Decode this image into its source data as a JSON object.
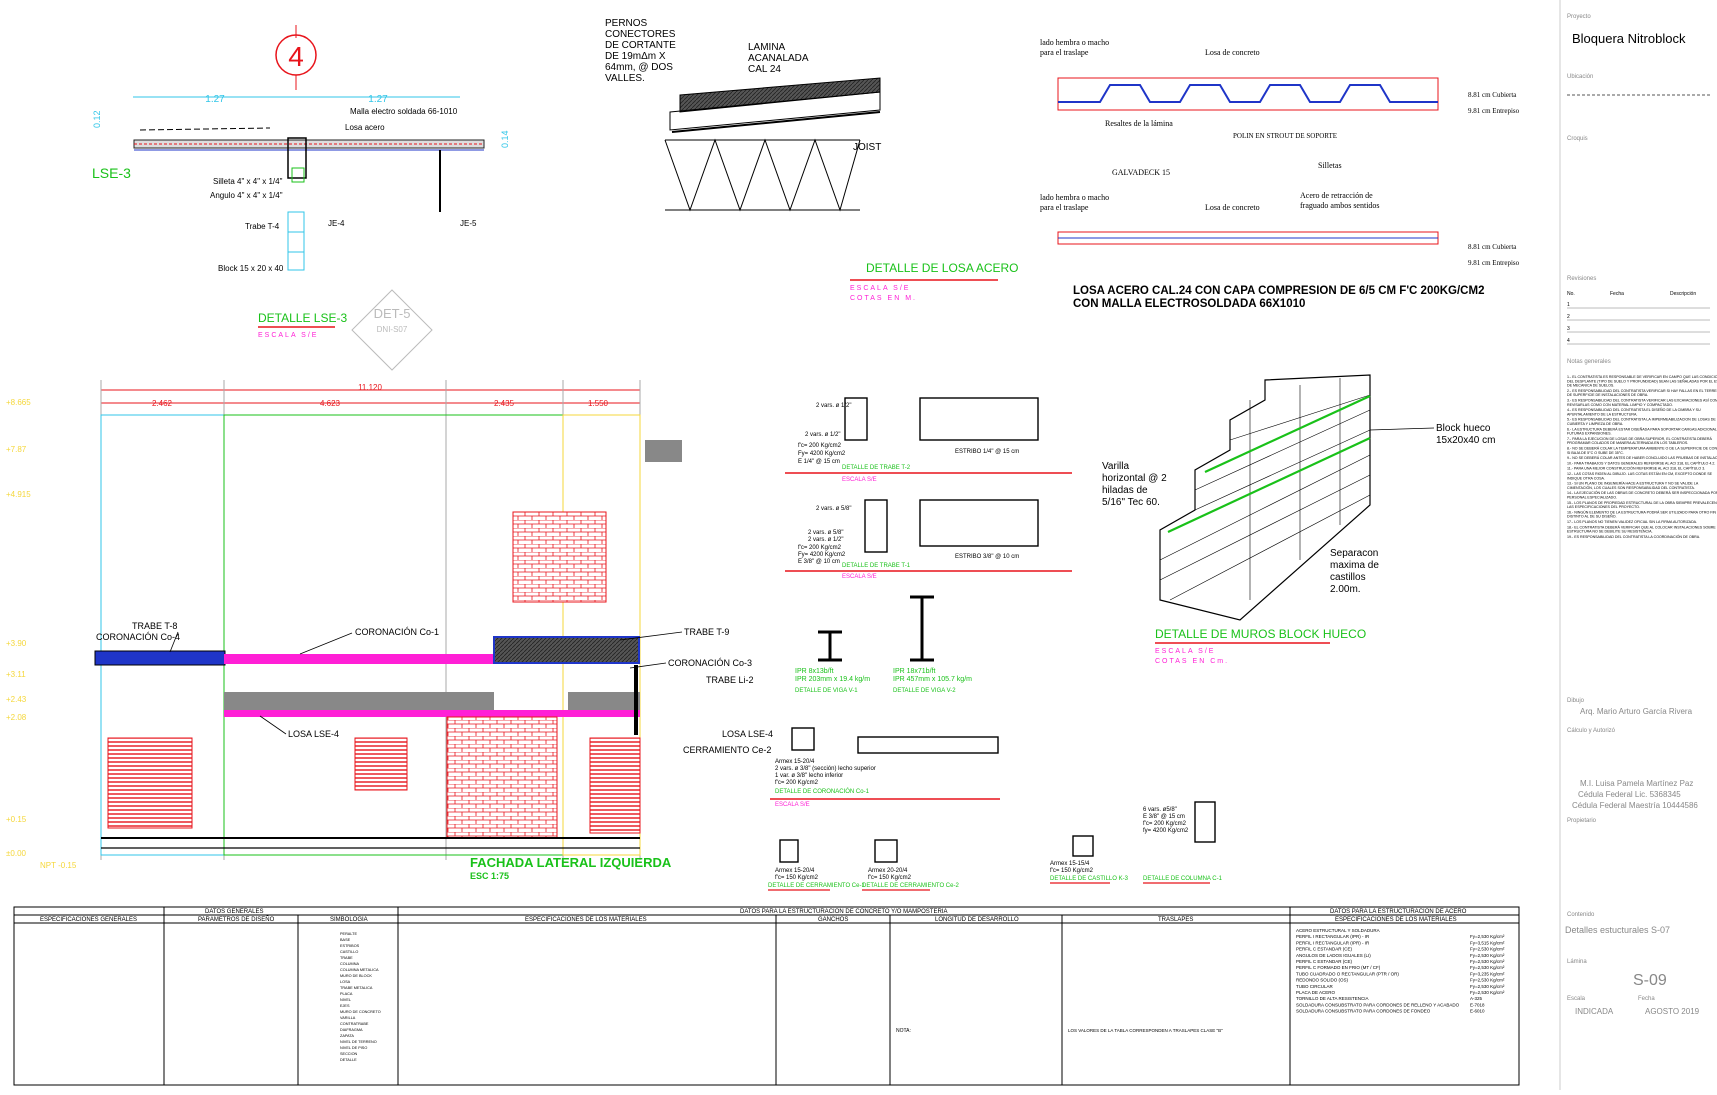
{
  "colors": {
    "red": "#e8141b",
    "green": "#19c119",
    "magenta": "#ff1fd6",
    "cyan": "#31c6e8",
    "blue": "#1f35c8",
    "gray": "#8e8e8e",
    "yellow": "#f5d73b",
    "orange": "#ff8c1a"
  },
  "detail_lse3": {
    "number": "4",
    "dim_left": "1.27",
    "dim_right": "1.27",
    "dim_side": "0.12",
    "dim_side2": "0.14",
    "label": "LSE-3",
    "malla": "Malla electro soldada 66-1010",
    "losa": "Losa acero",
    "silleta": "Silleta 4\" x 4\" x 1/4\"",
    "angulo": "Angulo 4\" x 4\" x 1/4\"",
    "trabe": "Trabe T-4",
    "je4": "JE-4",
    "je5": "JE-5",
    "block": "Block 15 x 20 x 40",
    "title": "DETALLE LSE-3",
    "scale": "ESCALA S/E",
    "det_stamp": "DET-5",
    "det_stamp_sub": "DNI-S07"
  },
  "detail_losa": {
    "pernos_1": "PERNOS",
    "pernos_2": "CONECTORES",
    "pernos_3": "DE  CORTANTE",
    "pernos_4": "DE  19mΔm  X",
    "pernos_5": "64mm,  @ DOS",
    "pernos_6": "VALLES.",
    "lamina_1": "LAMINA",
    "lamina_2": "ACANALADA",
    "lamina_3": "CAL 24",
    "joist": "JOIST",
    "title": "DETALLE DE LOSA ACERO",
    "scale": "ESCALA S/E",
    "cotas": "COTAS EN M."
  },
  "detail_galvadeck": {
    "lado1": "lado hembra o macho",
    "lado2": "para el traslape",
    "losa": "Losa de concreto",
    "cubierta": "8.81 cm Cubierta",
    "entrepiso": "9.81 cm Entrepiso",
    "resaltes": "Resaltes de la lámina",
    "polin": "POLIN EN STROUT DE SOPORTE",
    "silletas": "Silletas",
    "galvadeck": "GALVADECK 15",
    "acero_1": "Acero de retracción de",
    "acero_2": "fraguado ambos sentidos",
    "main_1": "LOSA ACERO CAL.24 CON CAPA COMPRESION DE 6/5 CM F'C 200KG/CM2",
    "main_2": "CON MALLA ELECTROSOLDADA 66X1010"
  },
  "facade": {
    "total_dim": "11.120",
    "dims": [
      "2.462",
      "4.623",
      "2.435",
      "1.550"
    ],
    "levels": [
      "+8.665",
      "+7.87",
      "+4.915",
      "+3.90",
      "+3.11",
      "+2.43",
      "+2.08",
      "+0.15",
      "±0.00",
      "NPT -0.15"
    ],
    "trabe_t8": "TRABE T-8",
    "coronacion_co4": "CORONACIÓN Co-4",
    "coronacion_co1": "CORONACIÓN Co-1",
    "trabe_t9": "TRABE T-9",
    "coronacion_co3": "CORONACIÓN Co-3",
    "trabe_li2": "TRABE Li-2",
    "losa_lse4_a": "LOSA LSE-4",
    "losa_lse4_b": "LOSA LSE-4",
    "cerramiento": "CERRAMIENTO Ce-2",
    "title": "FACHADA LATERAL IZQUIERDA",
    "scale": "ESC 1:75"
  },
  "structural_details": {
    "t2_title": "DETALLE DE TRABE T-2",
    "t1_title": "DETALLE DE TRABE T-1",
    "t2_varillas": [
      "2 vars. ø 1/2\"",
      "2 vars. ø 1/2\"",
      "f'c= 200 Kg/cm2",
      "Fy= 4200 Kg/cm2",
      "E 1/4\" @ 15 cm"
    ],
    "t1_varillas": [
      "2 vars. ø 5/8\"",
      "2 vars. ø 5/8\"",
      "2 vars. ø 1/2\"",
      "f'c= 200 Kg/cm2",
      "Fy= 4200 Kg/cm2",
      "E 3/8\" @ 10 cm"
    ],
    "estribo_t2": "ESTRIBO 1/4\" @ 15 cm",
    "estribo_t1": "ESTRIBO 3/8\" @ 10 cm",
    "ipr1": "IPR 8x13b/ft",
    "ipr1_b": "IPR 203mm x 19.4 kg/m",
    "ipr2": "IPR 18x71b/ft",
    "ipr2_b": "IPR 457mm x 105.7 kg/m",
    "viga1": "DETALLE DE VIGA V-1",
    "viga2": "DETALLE DE VIGA V-2",
    "coronacion_title": "DETALLE DE CORONACIÓN Co-1",
    "armex": "Armex 15-20/4",
    "armex_2": "2 vars. ø 3/8\" (sección) lecho superior",
    "armex_3": "1 var. ø 3/8\" lecho inferior",
    "armex_fc": "f'c= 200 Kg/cm2",
    "cerr1": "DETALLE DE CERRAMIENTO Ce-1",
    "cerr2": "DETALLE DE CERRAMIENTO Ce-2",
    "castillo": "DETALLE DE CASTILLO K-3",
    "columna": "DETALLE DE COLUMNA C-1",
    "armex_a": "Armex 15-20/4",
    "armex_a_fc": "f'c= 150 Kg/cm2",
    "armex_b": "Armex 20-20/4",
    "armex_b_fc": "f'c= 150 Kg/cm2",
    "armex_c": "Armex 15-15/4",
    "armex_c_fc": "f'c= 150 Kg/cm2",
    "col_vars": "6 vars. ø5/8\"",
    "col_e": "E 3/8\" @ 15 cm",
    "col_fc": "f'c= 200 Kg/cm2",
    "col_fy": "fy= 4200 Kg/cm2",
    "scale": "ESCALA S/E"
  },
  "block_detail": {
    "block_hueco": "Block hueco",
    "block_size": "15x20x40 cm",
    "varilla_1": "Varilla",
    "varilla_2": "horizontal @ 2",
    "varilla_3": "hiladas de",
    "varilla_4": "5/16\" Tec 60.",
    "sep_1": "Separacon",
    "sep_2": "maxima de",
    "sep_3": "castillos",
    "sep_4": "2.00m.",
    "title": "DETALLE DE MUROS BLOCK HUECO",
    "scale": "ESCALA S/E",
    "cotas": "COTAS EN Cm."
  },
  "title_block": {
    "proyecto_label": "Proyecto",
    "proyecto": "Bloquera Nitroblock",
    "ubicacion_label": "Ubicación",
    "croquis_label": "Croquis",
    "revisiones_label": "Revisiones",
    "rev_cols": [
      "No.",
      "Fecha",
      "Descripción"
    ],
    "rev_rows": [
      "1",
      "2",
      "3",
      "4"
    ],
    "notas_label": "Notas generales",
    "notas": [
      "1.- EL CONTRATISTA ES RESPONSABLE DE VERIFICAR EN CAMPO QUE LAS CONDICIONES DEL DESPLANTE (TIPO DE SUELO Y PROFUNDIDAD) SEAN LAS SEÑALADAS POR EL ESTUDIO DE MECANICA DE SUELOS.",
      "2.- ES RESPONSABILIDAD DEL CONTRATISTA VERIFICAR SI HAY FALLAS EN EL TERRENO Y DE SUPERFICIE DE INSTALACIONES DE OBRA.",
      "3.- ES RESPONSABILIDAD DEL CONTRATISTA VERIFICAR LAS EXCAVACIONES ASÍ COMO REVISARLAS COMO CON MATERIAL LIMPIO Y COMPACTADO.",
      "4.- ES RESPONSABILIDAD DEL CONTRATISTA EL DISEÑO DE LA CIMBRA Y SU APUNTALAMIENTO DE LA ESTRUCTURA.",
      "5.- ES RESPONSABILIDAD DEL CONTRATISTA LA IMPERMEABILIZACION DE LOSAS DE CUBIERTA Y LIMPIEZA DE OBRA.",
      "6.- LA ESTRUCTURA DEBERÁ ESTAR DISEÑADA PARA SOPORTAR CARGAS ADICIONALES POR FUTURAS EXPANSIONES.",
      "7.- PARA LA EJECUCION DE LOSAS DE OBRA SUPERIOR, EL CONTRATISTA DEBERÁ PROGRAMAR COLADOS DE MANERA ALTERNADA EN LOS TABLEROS.",
      "8.- NO SE DEBERÁ COLAR LA TEMPERATURA AMBIENTE O DE LA SUPERFICIE DE CONCRETO SI BAJA DE 5°C O SUBE DE 35°C.",
      "9.- NO SE DEBERÁ COLAR ANTES DE HABER CONCLUIDO LAS PRUEBAS DE INSTALACIÓN.",
      "10.- PARA TRABAJOS Y DATOS GENERALES REFERIRSE AL ACI 318, EL CAPÍTULO 4.2.",
      "11.- PARA UNA MEJOR CONSTRUCCIÓN REFERIRSE AL ACI 318, EL CAPÍTULO 3.",
      "12.- LAS COTAS RIGEN AL DIBUJO. LAS COTAS ESTÁN EN CM, EXCEPTO DONDE SE INDIQUE OTRA COSA.",
      "13.- SI UN PLANO DE INGENIERÍA HACE A ESTRUCTURA Y NO SE VALIDE LA CIMENTACIÓN, LOS CUALES SON RESPONSABILIDAD DEL CONTRATISTA.",
      "14.- LA EJECUCIÓN DE LAS OBRAS DE CONCRETO DEBERÁ SER INSPECCIONADA POR PERSONAL ESPECIALIZADO.",
      "15.- LOS PLANOS DE PROPIEDAD ESTRUCTURAL DE LA OBRA SIEMPRE PREVALECEN SOBRE LAS ESPECIFICACIONES DEL PROYECTO.",
      "16.- NINGÚN ELEMENTO DE LA ESTRUCTURA PODRÁ SER UTILIZADO PARA OTRO FIN DISTINTO AL DE SU DISEÑO.",
      "17.- LOS PLANOS NO TIENEN VALIDEZ OFICIAL SIN LA FIRMA AUTORIZADA.",
      "18.- EL CONTRATISTA DEBERÁ VERIFICAR QUE AL COLOCAR INSTALACIONES SOBRE LA ESTRUCTURA NO SE DEBILITE SU RESISTENCIA.",
      "19.- ES RESPONSABILIDAD DEL CONTRATISTA LA COORDINACIÓN DE OBRA."
    ],
    "dibujo_label": "Dibujo",
    "dibujo": "Arq. Mario Arturo García Rivera",
    "calculo_label": "Cálculo y Autorizó",
    "calculo": "M.I. Luisa Pamela Martínez Paz",
    "cedula1": "Cédula Federal Lic. 5368345",
    "cedula2": "Cédula Federal Maestría 10444586",
    "propietario_label": "Propietario",
    "contenido_label": "Contenido",
    "contenido": "Detalles estucturales S-07",
    "lamina_label": "Lámina",
    "lamina": "S-09",
    "escala_label": "Escala",
    "escala": "INDICADA",
    "fecha_label": "Fecha",
    "fecha": "AGOSTO 2019"
  },
  "tables": {
    "datos_generales": "DATOS GENERALES",
    "datos_concreto": "DATOS PARA LA ESTRUCTURACION DE CONCRETO Y/O MAMPOSTERIA",
    "datos_acero": "DATOS PARA LA ESTRUCTURACION DE ACERO",
    "esp_generales": "ESPECIFICACIONES GENERALES",
    "parametros": "PARAMETROS DE DISEÑO",
    "simbologia": "SIMBOLOGIA",
    "esp_materiales": "ESPECIFICACIONES DE LOS MATERIALES",
    "ganchos": "GANCHOS",
    "longitud": "LONGITUD DE DESARROLLO",
    "traslapes": "TRASLAPES",
    "esp_materiales2": "ESPECIFICACIONES DE LOS MATERIALES",
    "acero_items": [
      "ACERO ESTRUCTURAL Y SOLDADURA",
      "PERFIL I RECTANGULAR (IPR) - IR",
      "PERFIL I RECTANGULAR (IPR) - IR",
      "PERFIL C ESTANDAR (CE)",
      "ANGULOS DE LADOS IGUALES (LI)",
      "PERFIL C ESTANDAR (CE)",
      "PERFIL C FORMADO EN FRIO (MT / CF)",
      "TUBO CUADRADO O RECTANGULAR (PTR / OR)",
      "REDONDO SOLIDO (OS)",
      "TUBO CIRCULAR",
      "PLACA DE ACERO",
      "TORNILLO DE ALTA RESISTENCIA",
      "SOLDADURA CONSUBSTRATO PARA CORDONES DE RELLENO Y ACABADO",
      "SOLDADURA CONSUBSTRATO PARA CORDONES DE FONDEO"
    ],
    "acero_values": [
      "",
      "Fy=2,530 Kg/cm²",
      "Fy=3,515 Kg/cm²",
      "Fy=2,530 Kg/cm²",
      "Fy=2,530 Kg/cm²",
      "Fy=2,530 Kg/cm²",
      "Fy=2,530 Kg/cm²",
      "Fy=3,235 Kg/cm²",
      "Fy=2,530 Kg/cm²",
      "Fy=2,530 Kg/cm²",
      "Fy=2,530 Kg/cm²",
      "A-325",
      "E-7018",
      "E-6010"
    ],
    "simb_items": [
      "PERALTE",
      "BASE",
      "ESTRIBOS",
      "CASTILLO",
      "TRABE",
      "COLUMNA",
      "COLUMNA METALICA",
      "MURO DE BLOCK",
      "LOSA",
      "TRABE METALICA",
      "PLACA",
      "NIVEL",
      "EJES",
      "MURO DE CONCRETO",
      "VARILLA",
      "CONTRATRABE",
      "DIAFRAGMA",
      "ZAPATA",
      "NIVEL DE TERRENO",
      "NIVEL DE PISO",
      "SECCION",
      "DETALLE"
    ]
  },
  "small_texts": {
    "varillas_note": "LOS VALORES DE LA TABLA CORRESPONDEN A TRASLAPES CLASE \"B\"",
    "nota": "NOTA:"
  }
}
